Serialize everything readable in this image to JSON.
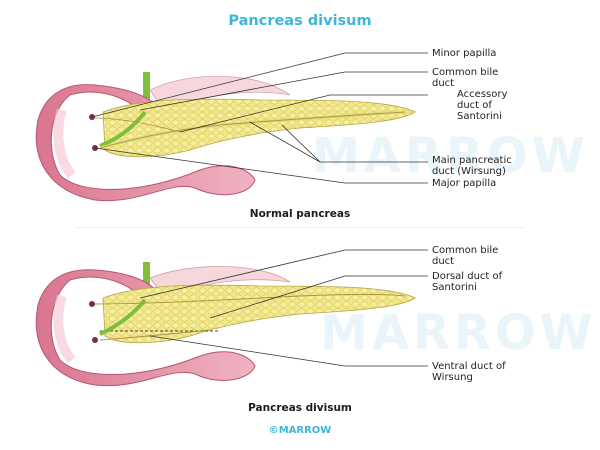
{
  "title": "Pancreas divisum",
  "figures": [
    {
      "caption": "Normal pancreas",
      "labels": [
        "Minor papilla",
        "Common bile duct",
        "Accessory duct of Santorini",
        "Main pancreatic duct (Wirsung)",
        "Major papilla"
      ]
    },
    {
      "caption": "Pancreas divisum",
      "labels": [
        "Common bile duct",
        "Dorsal duct of Santorini",
        "Ventral duct of Wirsung"
      ]
    }
  ],
  "label_lines": {
    "minor_papilla": [
      "Minor papilla"
    ],
    "cbd_1": [
      "Common bile",
      "duct"
    ],
    "santorini_1": [
      "Accessory",
      "duct of",
      "Santorini"
    ],
    "wirsung_1": [
      "Main pancreatic",
      "duct (Wirsung)"
    ],
    "major_papilla": [
      "Major papilla"
    ],
    "cbd_2": [
      "Common bile",
      "duct"
    ],
    "santorini_2": [
      "Dorsal duct of",
      "Santorini"
    ],
    "wirsung_2": [
      "Ventral duct of",
      "Wirsung"
    ]
  },
  "watermark": "MARROW",
  "brand": "©MARROW",
  "colors": {
    "title": "#3fb6d9",
    "pancreas": "#f2e88a",
    "duodenum": "#e892a6",
    "bile_duct": "#7fbf3a",
    "leader_line": "#333333"
  }
}
